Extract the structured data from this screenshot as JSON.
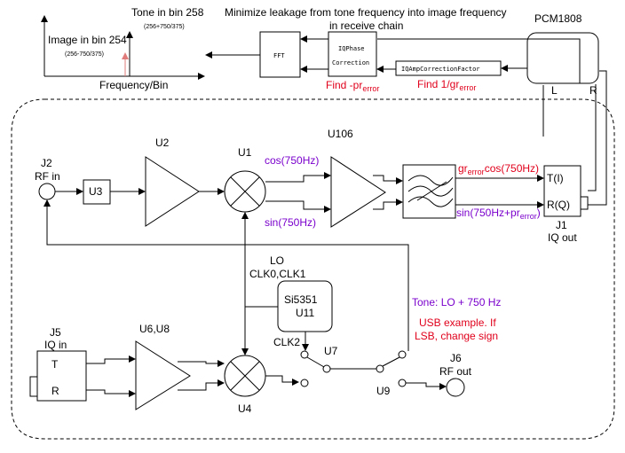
{
  "spectrum": {
    "tone_label": "Tone in bin 258",
    "tone_formula": "(256+750/375)",
    "image_label": "Image in bin 254",
    "image_formula": "(256-750/375)",
    "axis_label": "Frequency/Bin"
  },
  "header": {
    "line1": "Minimize leakage from tone frequency into image frequency",
    "line2": "in receive chain"
  },
  "blocks": {
    "fft": "FFT",
    "iq_phase_1": "IQPhase",
    "iq_phase_2": "Correction",
    "iq_amp": "IQAmpCorrectionFactor",
    "pcm": "PCM1808",
    "pcm_l": "L",
    "pcm_r": "R",
    "find_pr_prefix": "Find -pr",
    "find_pr_sub": "error",
    "find_gr_prefix": "Find 1/gr",
    "find_gr_sub": "error"
  },
  "circuit": {
    "u106": "U106",
    "j2_1": "J2",
    "j2_2": "RF in",
    "u3": "U3",
    "u2": "U2",
    "u1": "U1",
    "cos": "cos(750Hz)",
    "sin": "sin(750Hz)",
    "gr_pre": "gr",
    "gr_sub": "error",
    "gr_post": "cos(750Hz)",
    "sinpr_pre": "sin(750Hz+pr",
    "sinpr_sub": "error",
    "sinpr_post": ")",
    "ti": "T(I)",
    "rq": "R(Q)",
    "j1_1": "J1",
    "j1_2": "IQ out",
    "lo": "LO",
    "clk01": "CLK0,CLK1",
    "si_1": "Si5351",
    "si_2": "U11",
    "clk2": "CLK2",
    "tone_note": "Tone: LO + 750 Hz",
    "usb_1": "USB example. If",
    "usb_2": "LSB, change sign",
    "j5_1": "J5",
    "j5_2": "IQ in",
    "t": "T",
    "r": "R",
    "u6u8": "U6,U8",
    "u4": "U4",
    "u7": "U7",
    "u9": "U9",
    "j6_1": "J6",
    "j6_2": "RF out"
  }
}
